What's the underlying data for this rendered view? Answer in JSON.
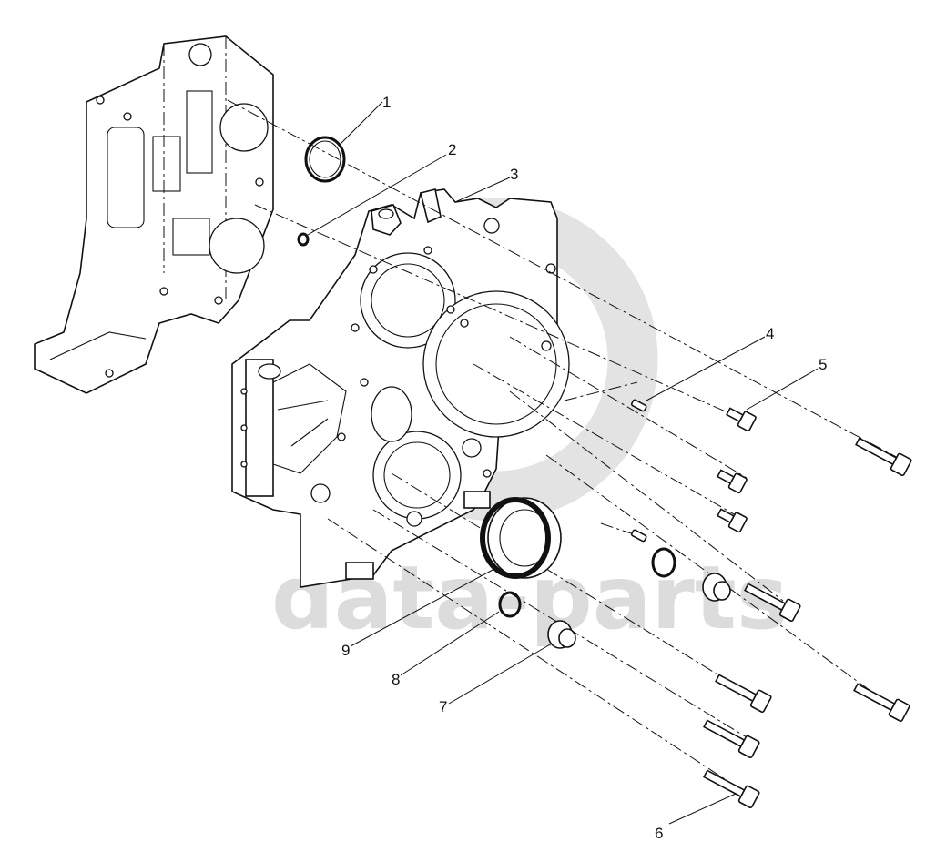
{
  "diagram": {
    "watermark_text": "data-parts",
    "callouts": [
      "1",
      "2",
      "3",
      "4",
      "5",
      "6",
      "7",
      "8",
      "9"
    ],
    "colors": {
      "line": "#111111",
      "watermark": "#dcdcdc",
      "background": "#ffffff"
    }
  }
}
